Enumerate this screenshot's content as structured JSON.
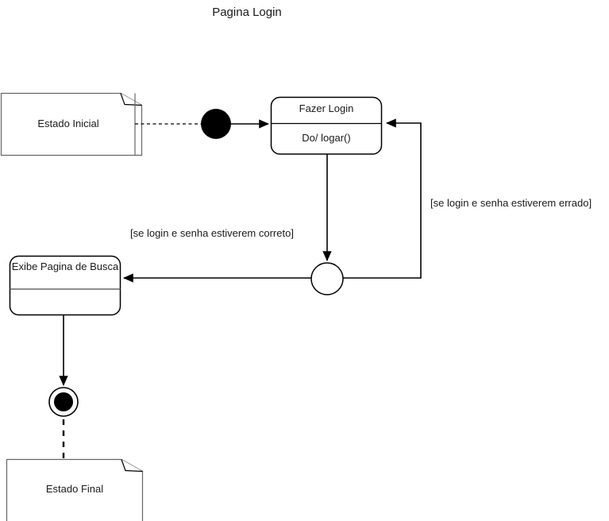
{
  "diagram": {
    "title": "Pagina Login",
    "type": "uml-state-machine",
    "colors": {
      "stroke": "#000000",
      "note_stroke": "#666666",
      "text": "#1a1a1a",
      "background": "#ffffff",
      "fill_node": "#000000"
    },
    "notes": [
      {
        "id": "note-initial",
        "label": "Estado Inicial",
        "shape": "note-folded-corner"
      },
      {
        "id": "note-final",
        "label": "Estado Final",
        "shape": "note-folded-corner"
      }
    ],
    "states": [
      {
        "id": "state-login",
        "name": "Fazer Login",
        "action": "Do/ logar()",
        "shape": "rounded-rect-two-compartments"
      },
      {
        "id": "state-busca",
        "name": "Exibe Pagina de Busca",
        "action": "",
        "shape": "rounded-rect-two-compartments"
      }
    ],
    "nodes": [
      {
        "id": "initial-pseudostate",
        "kind": "initial",
        "shape": "filled-circle"
      },
      {
        "id": "junction-node",
        "kind": "junction",
        "shape": "hollow-circle"
      },
      {
        "id": "final-state",
        "kind": "final",
        "shape": "ring-with-filled-circle"
      }
    ],
    "transitions": [
      {
        "id": "link-note-initial",
        "from": "note-initial",
        "to": "initial-pseudostate",
        "style": "dashed",
        "arrow": false,
        "label": ""
      },
      {
        "id": "transition-start-login",
        "from": "initial-pseudostate",
        "to": "state-login",
        "style": "solid",
        "arrow": true,
        "label": ""
      },
      {
        "id": "transition-login-junction",
        "from": "state-login",
        "to": "junction-node",
        "style": "solid",
        "arrow": true,
        "label": ""
      },
      {
        "id": "transition-junction-busca",
        "from": "junction-node",
        "to": "state-busca",
        "style": "solid",
        "arrow": true,
        "label": "[se login e senha estiverem correto]"
      },
      {
        "id": "transition-junction-login",
        "from": "junction-node",
        "to": "state-login",
        "style": "solid",
        "arrow": true,
        "label": "[se login e senha estiverem errado]"
      },
      {
        "id": "transition-busca-final",
        "from": "state-busca",
        "to": "final-state",
        "style": "solid",
        "arrow": true,
        "label": ""
      },
      {
        "id": "link-note-final",
        "from": "final-state",
        "to": "note-final",
        "style": "dashed",
        "arrow": false,
        "label": ""
      }
    ]
  }
}
